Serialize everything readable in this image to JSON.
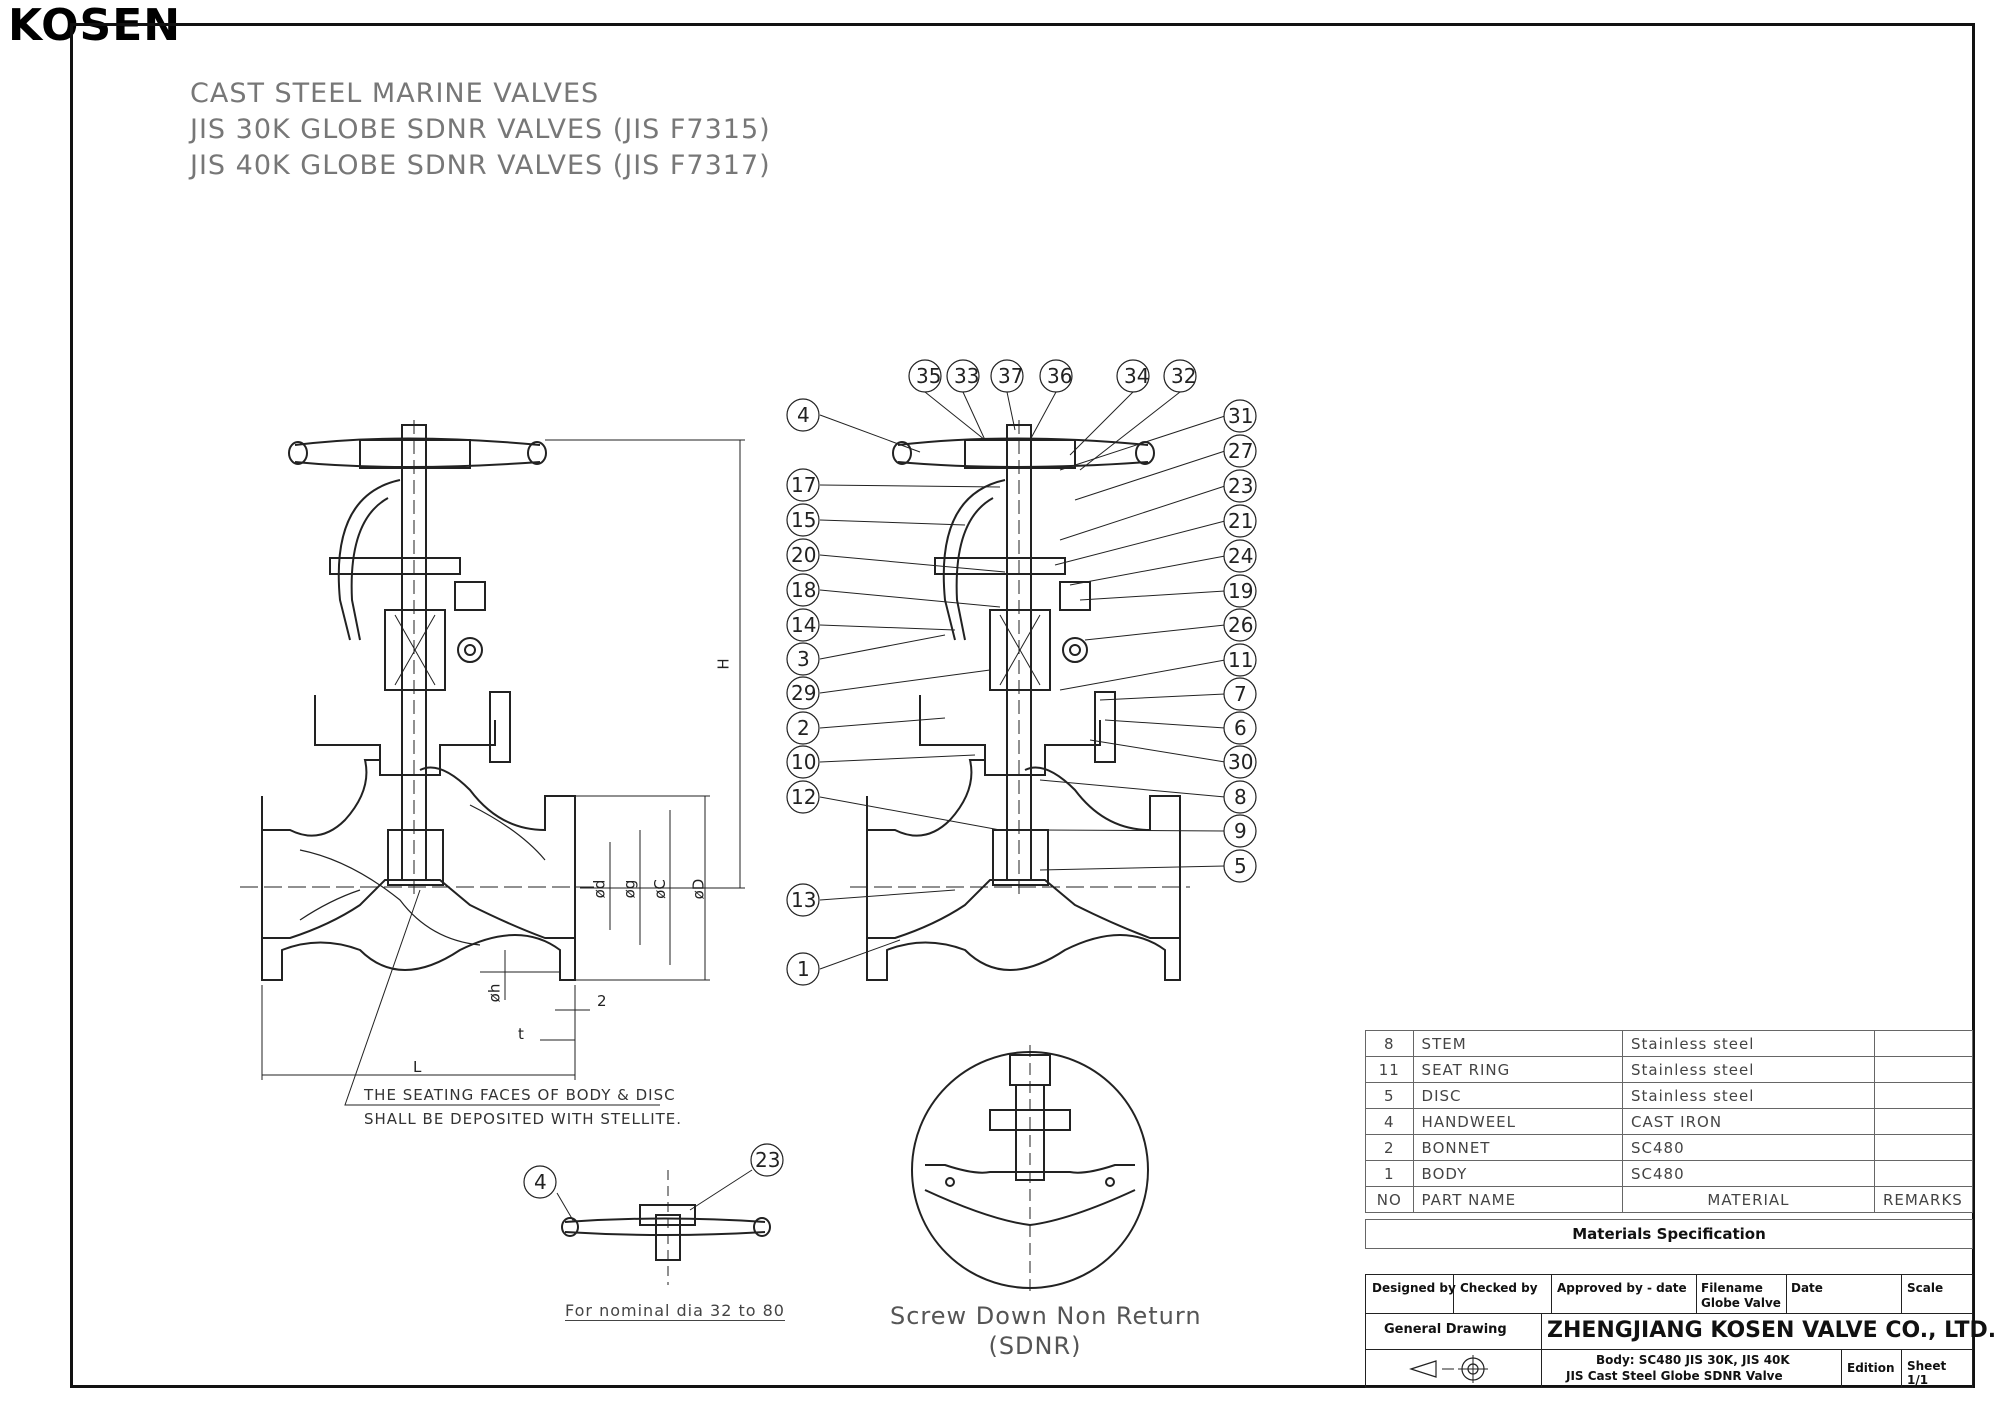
{
  "brand": {
    "logo_text": "KOSEN"
  },
  "title": {
    "lines": [
      "CAST STEEL MARINE VALVES",
      "JIS 30K GLOBE SDNR VALVES (JIS F7315)",
      "JIS 40K GLOBE SDNR VALVES (JIS F7317)"
    ]
  },
  "notes": {
    "seating_line1": "THE SEATING FACES OF BODY & DISC",
    "seating_line2": "SHALL BE DEPOSITED WITH STELLITE.",
    "nominal": "For nominal dia 32 to 80",
    "sdnr_line1": "Screw Down Non Return",
    "sdnr_line2": "(SDNR)"
  },
  "dimensions": {
    "H": "H",
    "d": "ød",
    "g": "øg",
    "C": "øC",
    "D": "øD",
    "h": "øh",
    "two": "2",
    "t": "t",
    "L": "L"
  },
  "balloons": {
    "top_row": [
      "35",
      "33",
      "37",
      "36",
      "34",
      "32"
    ],
    "left_column": [
      "4",
      "17",
      "15",
      "20",
      "18",
      "14",
      "3",
      "29",
      "2",
      "10",
      "12",
      "13",
      "1"
    ],
    "right_column": [
      "31",
      "27",
      "23",
      "21",
      "24",
      "19",
      "26",
      "11",
      "7",
      "6",
      "30",
      "8",
      "9",
      "5"
    ],
    "detail": [
      "4",
      "23"
    ]
  },
  "materials": {
    "rows": [
      {
        "no": "8",
        "name": "STEM",
        "material": "Stainless steel",
        "remarks": ""
      },
      {
        "no": "11",
        "name": "SEAT RING",
        "material": "Stainless steel",
        "remarks": ""
      },
      {
        "no": "5",
        "name": "DISC",
        "material": "Stainless steel",
        "remarks": ""
      },
      {
        "no": "4",
        "name": "HANDWEEL",
        "material": "CAST IRON",
        "remarks": ""
      },
      {
        "no": "2",
        "name": "BONNET",
        "material": "SC480",
        "remarks": ""
      },
      {
        "no": "1",
        "name": "BODY",
        "material": "SC480",
        "remarks": ""
      }
    ],
    "header": {
      "no": "NO",
      "name": "PART  NAME",
      "material": "MATERIAL",
      "remarks": "REMARKS"
    },
    "caption": "Materials Specification"
  },
  "title_block": {
    "designed_by": "Designed by",
    "checked_by": "Checked by",
    "approved_by": "Approved by - date",
    "filename_label": "Filename",
    "filename_value": "Globe Valve",
    "date_label": "Date",
    "scale_label": "Scale",
    "general_drawing": "General Drawing",
    "company": "ZHENGJIANG KOSEN VALVE CO., LTD.",
    "body_line": "Body: SC480  JIS 30K, JIS 40K",
    "product_line": "JIS Cast Steel Globe SDNR Valve",
    "edition_label": "Edition",
    "sheet_label": "Sheet",
    "sheet_value": "1/1"
  }
}
